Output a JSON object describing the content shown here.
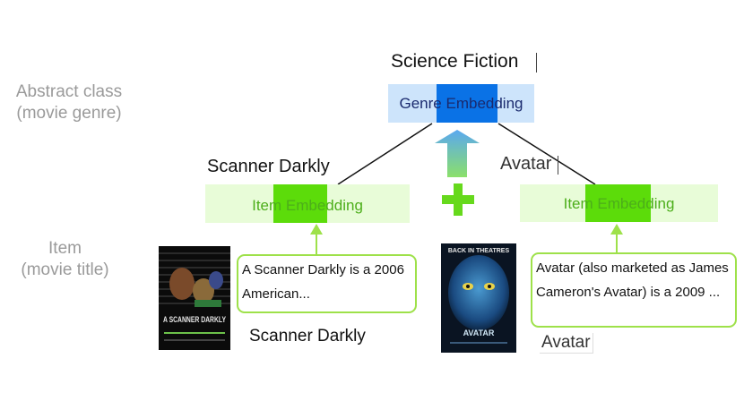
{
  "labels": {
    "abstract_class": "Abstract class",
    "abstract_class_sub": "(movie genre)",
    "item": "Item",
    "item_sub": "(movie title)"
  },
  "genre": {
    "title": "Science Fiction",
    "embedding_prefix": "Genre ",
    "embedding_word": "Embedding"
  },
  "items": [
    {
      "title_top": "Scanner Darkly",
      "embedding_prefix": "Item ",
      "embedding_word": "Embedding",
      "description": "A Scanner Darkly is a 2006 American...",
      "caption": "Scanner Darkly",
      "poster_text": "A SCANNER DARKLY"
    },
    {
      "title_top": "Avatar",
      "embedding_prefix": "Item ",
      "embedding_word": "Embedding",
      "description": "Avatar (also marketed as James Cameron's Avatar) is a 2009 ...",
      "caption": "Avatar",
      "poster_header": "BACK IN THEATRES",
      "poster_text": "AVATAR"
    }
  ],
  "colors": {
    "genre_box": "#cde4fb",
    "genre_highlight": "#0a72e6",
    "item_box": "#e8fcd8",
    "item_highlight": "#5cdc0a",
    "connector_green": "#9ee14a",
    "plus_green": "#66d91c"
  }
}
